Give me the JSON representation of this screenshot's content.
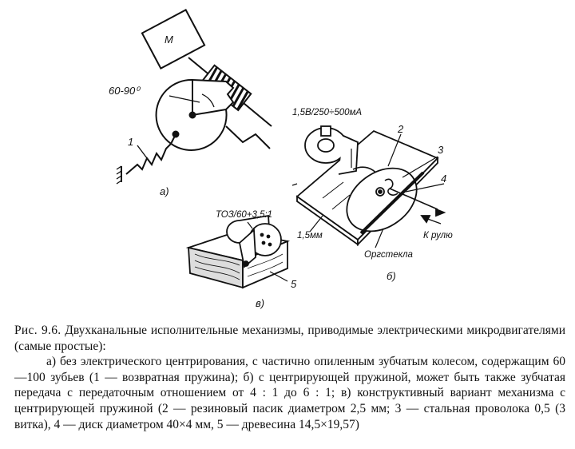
{
  "figure": {
    "panel_a": {
      "motor": "M",
      "angle": "60-90⁰",
      "label_1": "1",
      "label": "а)"
    },
    "panel_b": {
      "power": "1,5В/250÷500мА",
      "label_2": "2",
      "label_3": "3",
      "label_4": "4",
      "thickness": "1,5мм",
      "to_rudder": "К рулю",
      "material": "Оргстекла",
      "label": "б)"
    },
    "panel_v": {
      "part": "ТОЗ/60+3,5:1",
      "label_5": "5",
      "label": "в)"
    }
  },
  "caption": {
    "fig_label": "Рис. 9.6.",
    "title": "Двухканальные исполнительные механизмы, приводимые электрическими микродвигателями (самые простые):",
    "body": "а) без электрического центрирования, с частично опиленным зубчатым колесом, содержащим 60—100 зубьев (1 — возвратная пружина); б) с центрирующей пружиной, может быть также зубчатая передача с передаточным отношением от 4 : 1 до 6 : 1; в) конструктивный вариант механизма с центрирующей пружиной (2 — резиновый пасик диаметром 2,5 мм; 3 — стальная проволока 0,5 (3 витка), 4 — диск диаметром 40×4 мм, 5 — древесина 14,5×19,57)"
  }
}
